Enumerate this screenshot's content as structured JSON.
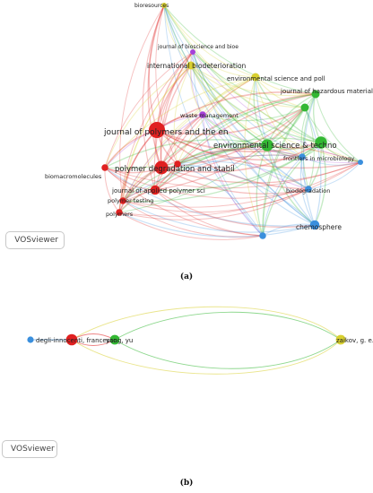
{
  "panel_a": {
    "caption": "(a)",
    "logo_text": "VOSviewer",
    "clusters": {
      "red": "#e02020",
      "green": "#33b833",
      "blue": "#3a8fdd",
      "yellow": "#d8d030",
      "purple": "#a640d8"
    },
    "nodes": [
      {
        "label": "bioresources",
        "cluster": "yellow",
        "weight": 2
      },
      {
        "label": "journal of bioscience and bioe",
        "cluster": "purple",
        "weight": 2
      },
      {
        "label": "international biodeterioration",
        "cluster": "yellow",
        "weight": 4
      },
      {
        "label": "environmental science and poll",
        "cluster": "yellow",
        "weight": 4
      },
      {
        "label": "journal of hazardous materials",
        "cluster": "green",
        "weight": 4
      },
      {
        "label": "waste management",
        "cluster": "purple",
        "weight": 3
      },
      {
        "label": "journal of polymers and the en",
        "cluster": "red",
        "weight": 10
      },
      {
        "label": "environmental science & techno",
        "cluster": "green",
        "weight": 7
      },
      {
        "label": "frontiers in microbiology",
        "cluster": "blue",
        "weight": 3
      },
      {
        "label": "biomacromolecules",
        "cluster": "red",
        "weight": 3
      },
      {
        "label": "polymer degradation and stabil",
        "cluster": "red",
        "weight": 8
      },
      {
        "label": "journal of applied polymer sci",
        "cluster": "red",
        "weight": 5
      },
      {
        "label": "polymer testing",
        "cluster": "red",
        "weight": 3
      },
      {
        "label": "polymers",
        "cluster": "red",
        "weight": 3
      },
      {
        "label": "biodegradation",
        "cluster": "blue",
        "weight": 3
      },
      {
        "label": "chemosphere",
        "cluster": "blue",
        "weight": 5
      },
      {
        "label": "",
        "cluster": "green",
        "weight": 7
      },
      {
        "label": "",
        "cluster": "green",
        "weight": 4
      },
      {
        "label": "",
        "cluster": "blue",
        "weight": 2
      },
      {
        "label": "",
        "cluster": "blue",
        "weight": 3
      },
      {
        "label": "",
        "cluster": "red",
        "weight": 3
      }
    ]
  },
  "panel_b": {
    "caption": "(b)",
    "logo_text": "VOSviewer",
    "nodes": [
      {
        "label": "",
        "cluster": "blue",
        "weight": 2
      },
      {
        "label": "degli-innocenti, francesco",
        "cluster": "red",
        "weight": 5
      },
      {
        "label": "yang, yu",
        "cluster": "green",
        "weight": 4
      },
      {
        "label": "zaikov, g. e.",
        "cluster": "yellow",
        "weight": 4
      }
    ]
  }
}
